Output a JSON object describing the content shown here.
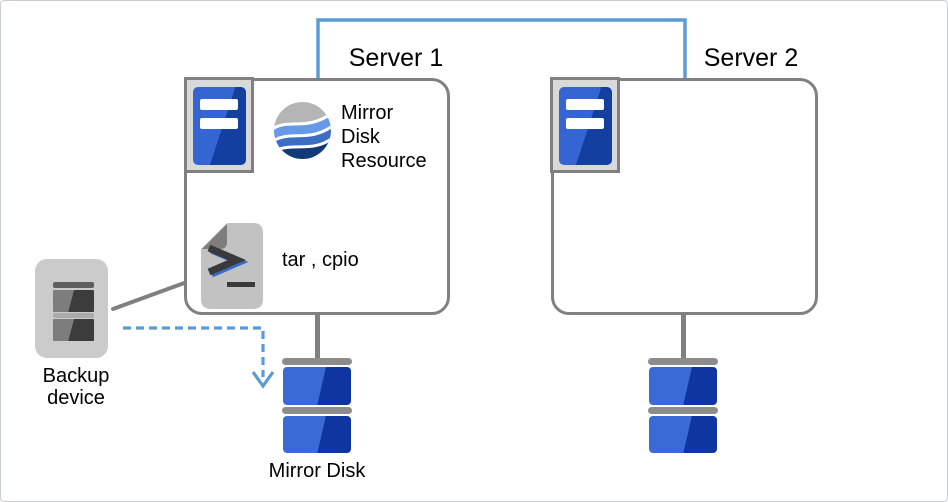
{
  "diagram": {
    "servers": [
      {
        "label": "Server 1",
        "contents": [
          {
            "type": "mirror-disk-resource",
            "label": "Mirror Disk Resource"
          },
          {
            "type": "backup-commands",
            "label": "tar , cpio"
          }
        ],
        "attached_disk": {
          "label": "Mirror Disk"
        }
      },
      {
        "label": "Server 2",
        "contents": [],
        "attached_disk": {
          "label": ""
        }
      }
    ],
    "backup_device": {
      "label": "Backup device"
    },
    "icons": [
      "server-tower-icon",
      "mirror-disk-resource-icon",
      "script-file-icon",
      "backup-device-icon",
      "mirror-disk-icon"
    ]
  },
  "colors": {
    "canvas_border": "#c9ced3",
    "accent_blue": "#5b9bd5",
    "line_gray": "#808080",
    "box_border": "#808080",
    "icon_frame_bg": "#d9d9d9",
    "server_blue_light": "#3465d2",
    "server_blue_dark": "#13409e",
    "globe_gray": "#b5b5b5",
    "globe_light_blue": "#6699e6",
    "globe_mid_blue": "#3e6dc4",
    "globe_navy": "#123a78",
    "disk_blue_light": "#3a6ad4",
    "disk_blue_dark": "#0f35a0",
    "disk_cap_gray": "#8c8c8c",
    "device_bg": "#cbcbcb",
    "device_bar": "#5f5f5f",
    "device_mid": "#7d7d7d",
    "device_dark": "#3c3c3c",
    "device_divider": "#ababab",
    "script_body": "#c2c2c2",
    "script_fold": "#7e7e7e",
    "script_glyph": "#3a3a3a",
    "script_glyph_shadow": "#3b69c8"
  }
}
